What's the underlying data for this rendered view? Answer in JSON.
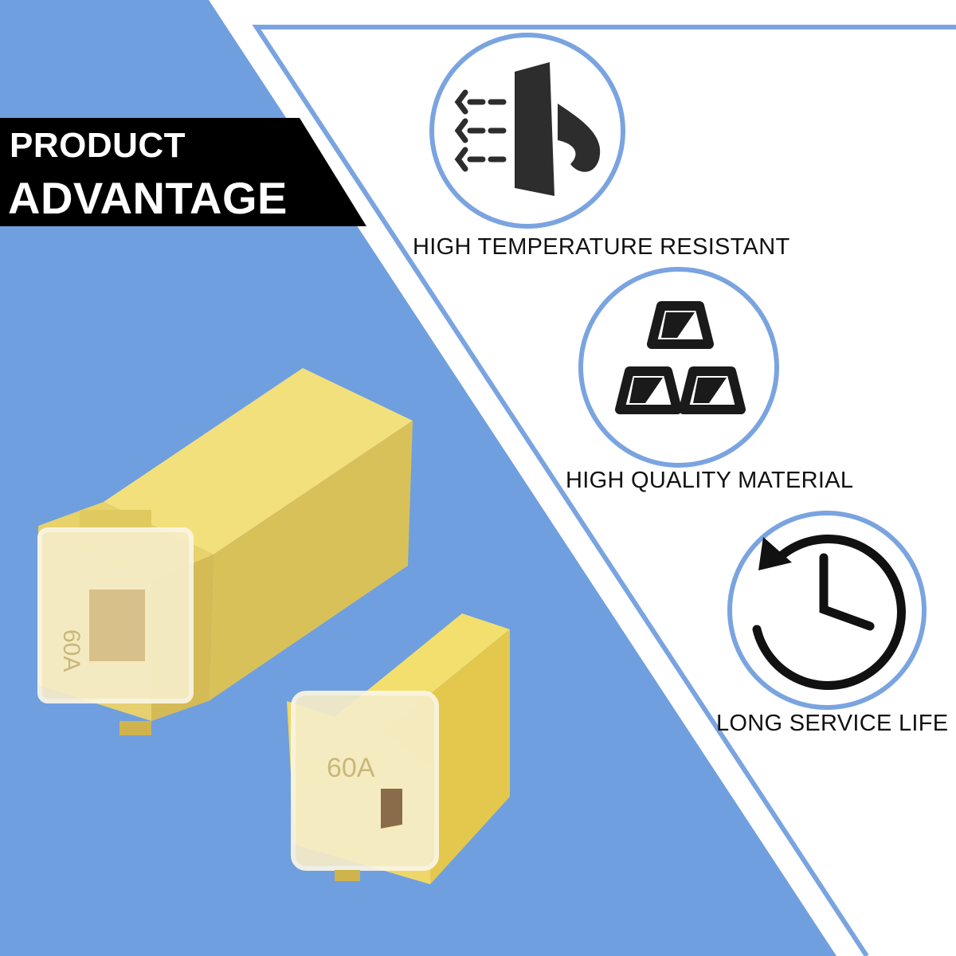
{
  "badge": {
    "line1": "PRODUCT",
    "line2": "ADVANTAGE"
  },
  "features": [
    {
      "label": "HIGH TEMPERATURE RESISTANT",
      "icon": "heat-shield-icon"
    },
    {
      "label": "HIGH QUALITY MATERIAL",
      "icon": "gold-bars-icon"
    },
    {
      "label": "LONG SERVICE LIFE",
      "icon": "clock-history-icon"
    }
  ],
  "product": {
    "large_fuse_rating": "60A",
    "small_fuse_rating": "60A"
  },
  "colors": {
    "background_blue": "#6f9fdf",
    "panel_white": "#ffffff",
    "accent_blue": "#7aa4e0",
    "fuse_yellow": "#ead56a",
    "icon_dark": "#1a1a1a"
  }
}
